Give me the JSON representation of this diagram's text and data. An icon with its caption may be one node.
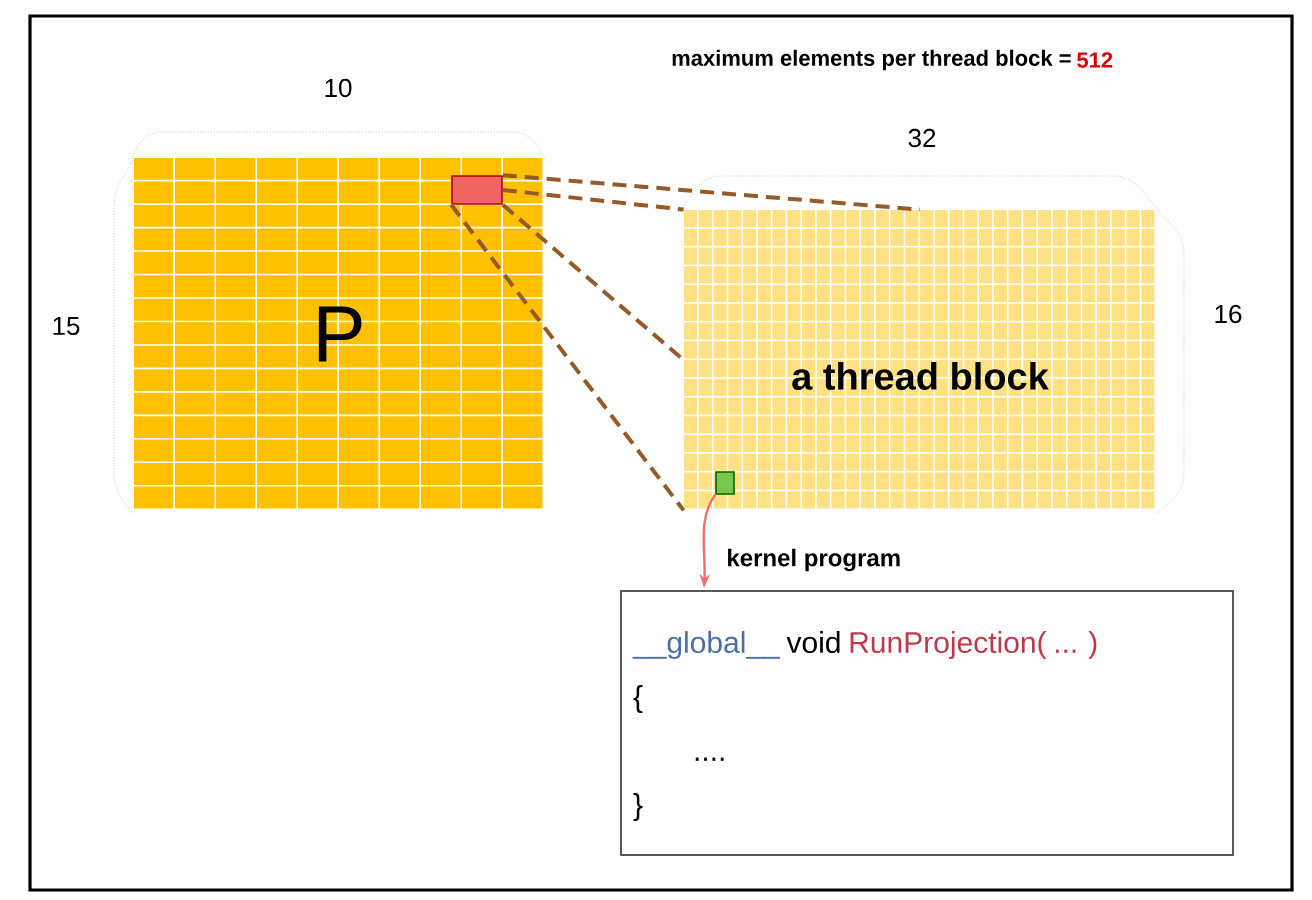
{
  "diagram": {
    "nodes": [
      {
        "text": [
          "P"
        ]
      },
      {
        "text": [],
        "shape": "box",
        "in": 0
      },
      {
        "text": [
          "a thread block"
        ]
      },
      {
        "text": [],
        "shape": "box",
        "in": 2
      },
      {
        "text": [
          "__global__",
          "void",
          "RunProjection( ... )",
          "{",
          "....",
          "}"
        ]
      }
    ],
    "edges": [
      {
        "from": 1,
        "to": 2,
        "arrow": "none",
        "style": "dashed"
      },
      {
        "from": 1,
        "to": 2,
        "arrow": "none",
        "style": "dashed"
      },
      {
        "from": 1,
        "to": 2,
        "arrow": "none",
        "style": "dashed"
      },
      {
        "from": 1,
        "to": 2,
        "arrow": "none",
        "style": "dashed"
      },
      {
        "from": 3,
        "to": 4,
        "arrow": "to",
        "label": "kernel program",
        "color": "#f07070"
      }
    ],
    "labels": [
      "maximum elements per thread block =",
      "512",
      "10",
      "15",
      "32",
      "16"
    ]
  }
}
